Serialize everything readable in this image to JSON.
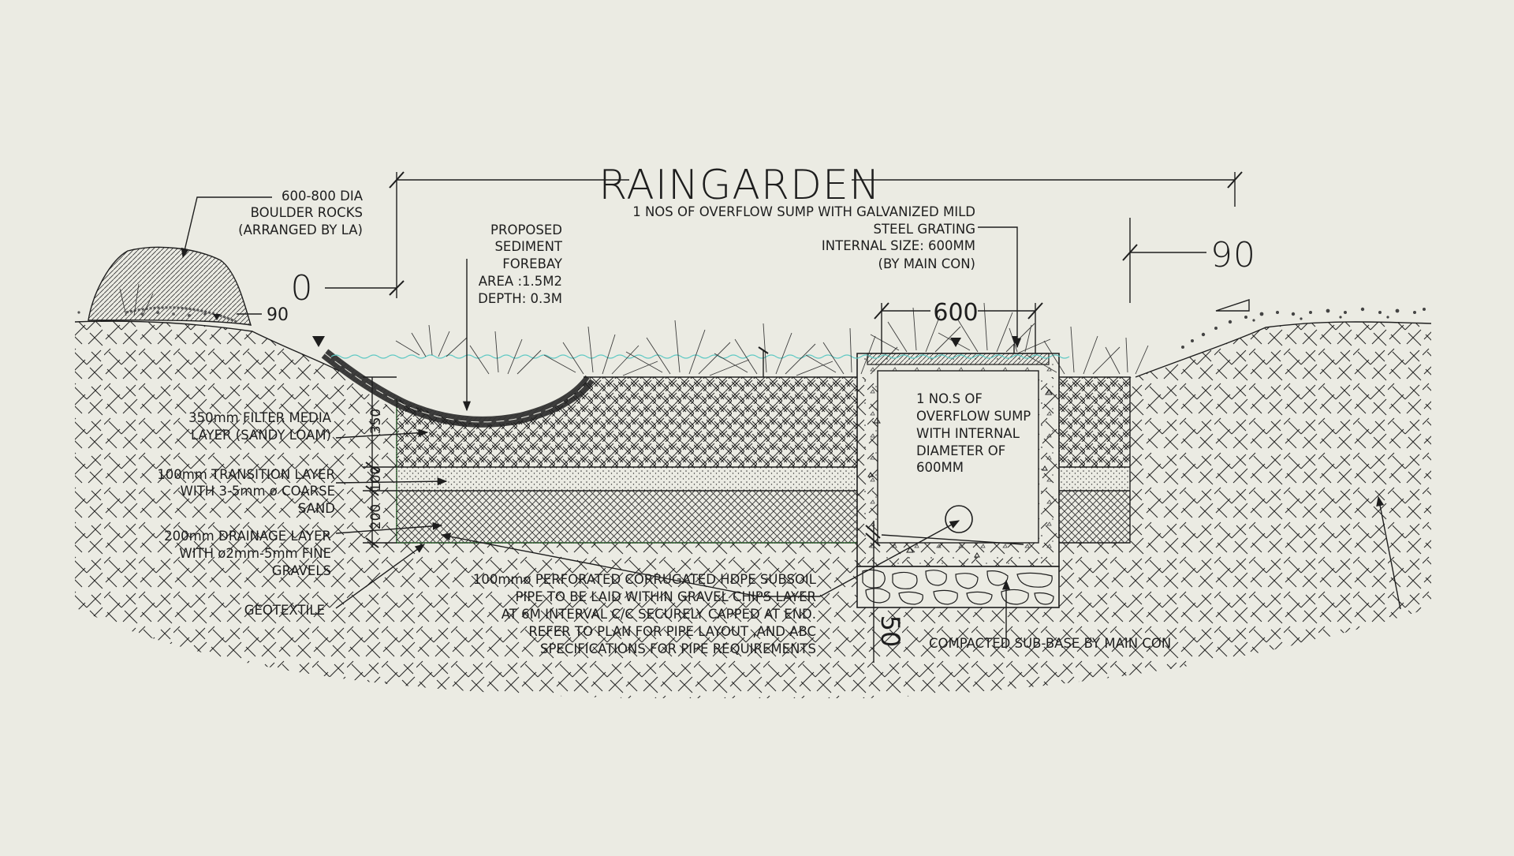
{
  "title": "RAINGARDEN",
  "colors": {
    "background": "#ebebe3",
    "ink": "#1e1e1e",
    "water_line": "#5fc9c4",
    "geotextile": "#2e7d32"
  },
  "labels": {
    "boulder": [
      "600-800 DIA",
      "BOULDER ROCKS",
      "(ARRANGED BY LA)"
    ],
    "forebay": [
      "PROPOSED",
      "SEDIMENT",
      "FOREBAY",
      "AREA :1.5M2",
      "DEPTH: 0.3M"
    ],
    "overflow_grating": [
      "1 NOS  OF OVERFLOW SUMP WITH GALVANIZED MILD",
      "STEEL GRATING",
      "INTERNAL SIZE: 600MM",
      "(BY MAIN CON)"
    ],
    "filter_media": [
      "350mm FILTER MEDIA",
      "LAYER (SANDY LOAM)"
    ],
    "transition": [
      "100mm TRANSITION LAYER",
      "WITH 3-5mm ø COARSE",
      "SAND"
    ],
    "drainage": [
      "200mm DRAINAGE LAYER",
      "WITH ø2mm-5mm FINE",
      "GRAVELS"
    ],
    "geotextile": "GEOTEXTILE",
    "sump_inside": [
      "1 NO.S OF",
      "OVERFLOW SUMP",
      "WITH INTERNAL",
      "DIAMETER OF",
      "600MM"
    ],
    "subsoil_pipe": [
      "100mmø PERFORATED CORRUGATED HDPE SUBSOIL",
      "PIPE TO BE LAID WITHIN GRAVEL CHIPS LAYER",
      "AT 6M INTERVAL C/C SECURELY CAPPED AT END.",
      "REFER TO PLAN FOR PIPE LAYOUT ,AND ABC",
      "SPECIFICATIONS FOR PIPE REQUIREMENTS"
    ],
    "subbase": "COMPACTED SUB-BASE BY MAIN CON"
  },
  "dimensions": {
    "left_level": "0",
    "right_level": "90",
    "boulder_level": "90",
    "sump_width": "600",
    "filter_depth": "350",
    "transition_depth": "100",
    "drainage_depth": "200",
    "base_depth": "50"
  }
}
